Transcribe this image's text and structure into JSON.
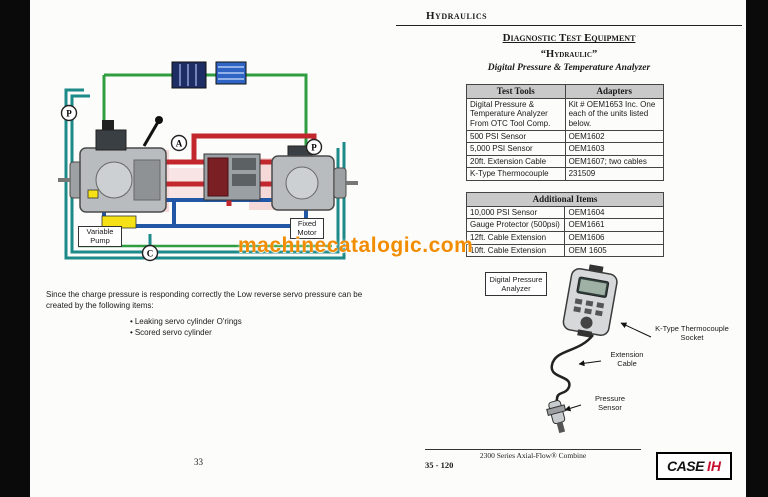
{
  "header": {
    "section": "Hydraulics"
  },
  "watermark": {
    "text": "machinecatalogic.com",
    "color": "#F28C00"
  },
  "left_column": {
    "paragraph": "Since the charge pressure is responding correctly the Low reverse servo pressure can be created by the following items:",
    "bullets": [
      "Leaking servo cylinder O'rings",
      "Scored servo cylinder"
    ],
    "diagram": {
      "pump_label": "Variable Pump",
      "motor_label": "Fixed Motor",
      "ports": [
        "P",
        "A",
        "P",
        "C"
      ]
    }
  },
  "right_column": {
    "title": "Diagnostic Test Equipment",
    "product_name": "“Hydraulic”",
    "subheading": "Digital Pressure & Temperature Analyzer",
    "table": {
      "headers": [
        "Test Tools",
        "Adapters"
      ],
      "rows": [
        [
          "Digital Pressure & Temperature Analyzer From OTC Tool Comp.",
          "Kit # OEM1653 Inc.  One each of the units listed below."
        ],
        [
          "500 PSI Sensor",
          "OEM1602"
        ],
        [
          "5,000 PSI Sensor",
          "OEM1603"
        ],
        [
          "20ft. Extension Cable",
          "OEM1607;  two cables"
        ],
        [
          "K-Type Thermocouple",
          "231509"
        ]
      ],
      "section_header": "Additional Items",
      "additional_rows": [
        [
          "10,000 PSI Sensor",
          "OEM1604"
        ],
        [
          "Gauge Protector (500psi)",
          "OEM1661"
        ],
        [
          "12ft. Cable Extension",
          "OEM1606"
        ],
        [
          "10ft. Cable Extension",
          "OEM 1605"
        ]
      ]
    },
    "figure": {
      "analyzer_label": "Digital Pressure Analyzer",
      "socket_label": "K-Type Thermocouple Socket",
      "cable_label": "Extension Cable",
      "sensor_label": "Pressure Sensor"
    }
  },
  "footer": {
    "page_number": "33",
    "series": "2300 Series Axial-Flow® Combine",
    "page_code": "35 - 120",
    "logo": {
      "text": "CASE",
      "mark": "IH"
    }
  }
}
